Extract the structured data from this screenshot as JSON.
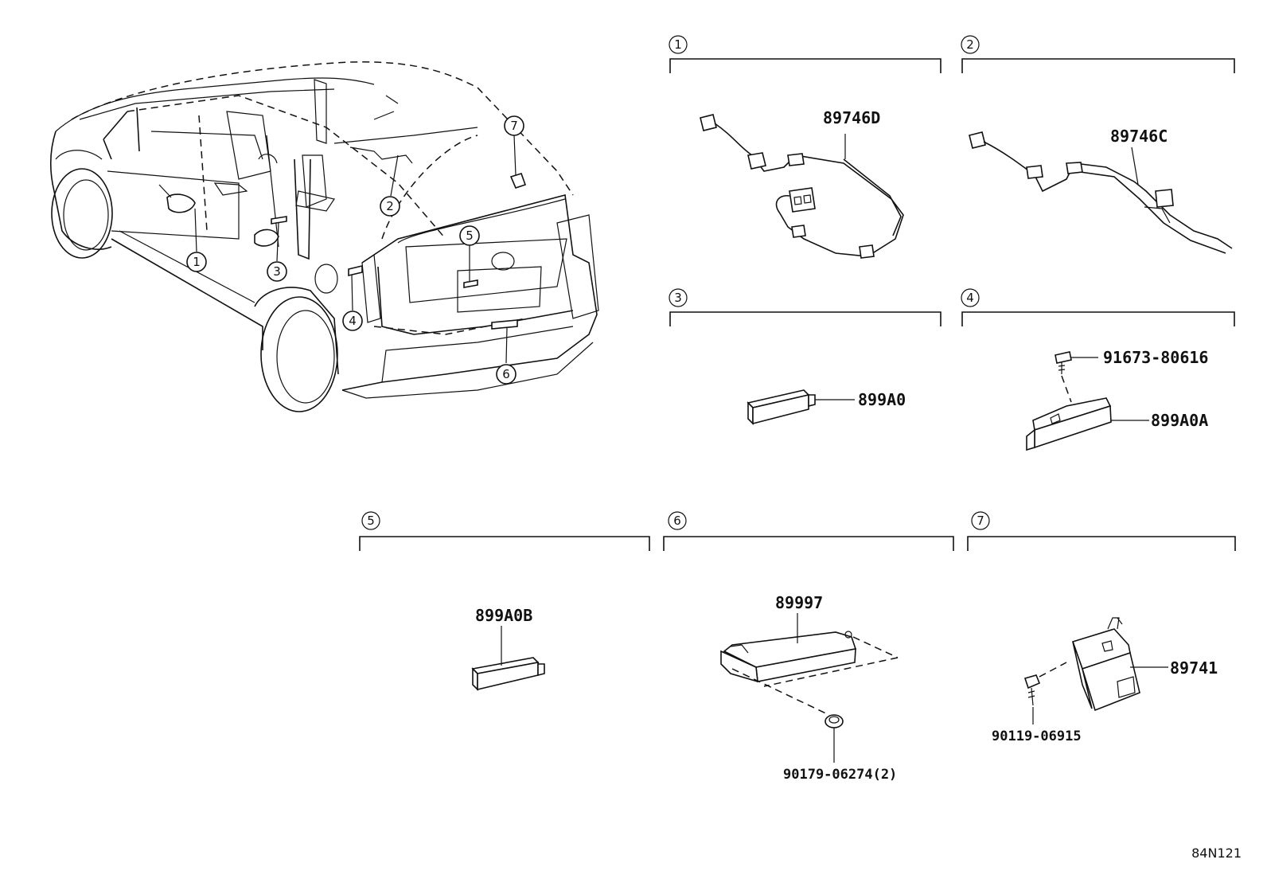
{
  "diagram_code": "84N121",
  "callouts": [
    "1",
    "2",
    "3",
    "4",
    "5",
    "6",
    "7"
  ],
  "groups": {
    "g1": {
      "number": "1",
      "part": "89746D"
    },
    "g2": {
      "number": "2",
      "part": "89746C"
    },
    "g3": {
      "number": "3",
      "part": "899A0"
    },
    "g4": {
      "number": "4",
      "part": "899A0A",
      "fastener": "91673-80616"
    },
    "g5": {
      "number": "5",
      "part": "899A0B"
    },
    "g6": {
      "number": "6",
      "part": "89997",
      "fastener": "90179-06274(2)"
    },
    "g7": {
      "number": "7",
      "part": "89741",
      "fastener": "90119-06915"
    }
  }
}
